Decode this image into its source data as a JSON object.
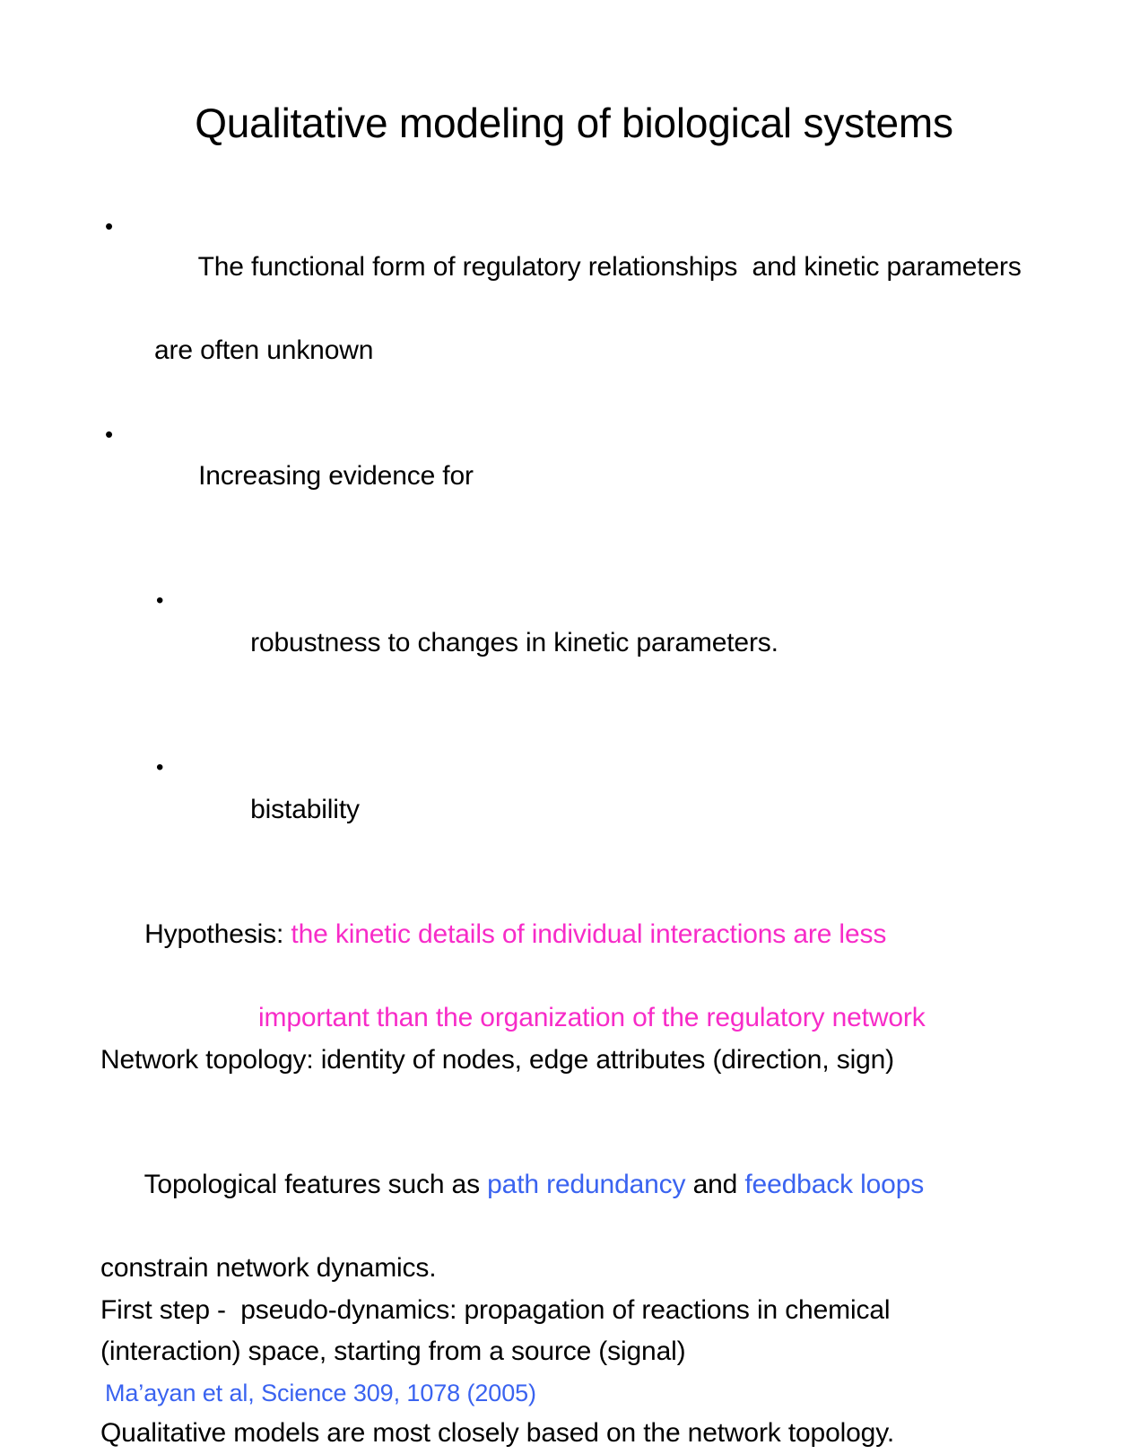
{
  "slide": {
    "title": "Qualitative modeling of biological systems",
    "background_color": "#ffffff",
    "text_color": "#000000",
    "accent_colors": {
      "magenta": "#f72bc8",
      "blue": "#3a63f0"
    },
    "bullet_glyph": "•",
    "bullets": [
      {
        "level": 1,
        "marker": "•",
        "text": "The functional form of regulatory relationships  and kinetic parameters",
        "continuation": "are often unknown"
      },
      {
        "level": 1,
        "marker": "•",
        "text": "Increasing evidence for"
      },
      {
        "level": 2,
        "marker": "•",
        "text": "robustness to changes in kinetic parameters."
      },
      {
        "level": 2,
        "marker": "•",
        "text": "bistability"
      }
    ],
    "hypothesis": {
      "label": "Hypothesis: ",
      "line1": "the kinetic details of individual interactions are less",
      "line2": "important than the organization of the regulatory network",
      "color": "#f72bc8"
    },
    "network_topology_line": "Network topology: identity of nodes, edge attributes (direction, sign)",
    "topological": {
      "part1": "Topological features such as ",
      "highlight1": "path redundancy",
      "part2": " and ",
      "highlight2": "feedback loops",
      "line2": "constrain network dynamics."
    },
    "first_step": {
      "line1": "First step -  pseudo-dynamics: propagation of reactions in chemical",
      "line2": "(interaction) space, starting from a source (signal)"
    },
    "citation": "Ma’ayan et al, Science 309, 1078 (2005)",
    "closing_line": "Qualitative models are most closely based on the network topology."
  }
}
